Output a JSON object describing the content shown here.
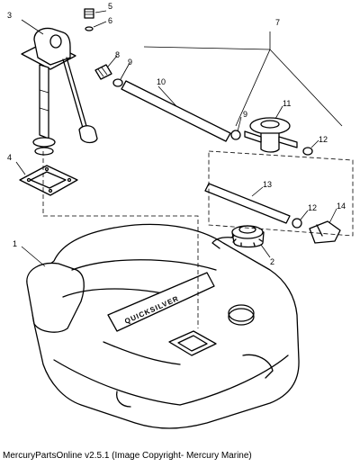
{
  "callouts": {
    "c1": "1",
    "c2": "2",
    "c3": "3",
    "c4": "4",
    "c5": "5",
    "c6": "6",
    "c7": "7",
    "c8": "8",
    "c9a": "9",
    "c9b": "9",
    "c10": "10",
    "c11": "11",
    "c12a": "12",
    "c12b": "12",
    "c13": "13",
    "c14": "14"
  },
  "tank_brand": "QUICKSILVER",
  "footer": {
    "caption": "MercuryPartsOnline v2.5.1 (Image Copyright- Mercury Marine)"
  }
}
